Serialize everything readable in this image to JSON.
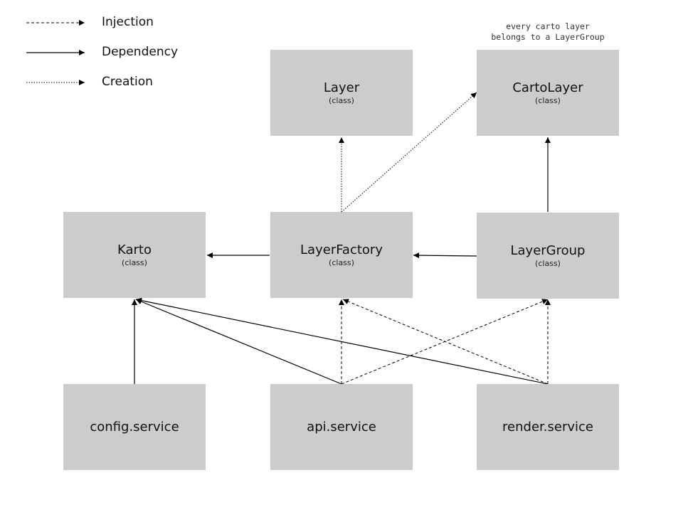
{
  "legend": {
    "injection": "Injection",
    "dependency": "Dependency",
    "creation": "Creation"
  },
  "note": "every carto layer\nbelongs to a LayerGroup",
  "nodes": {
    "layer": {
      "name": "Layer",
      "kind": "(class)"
    },
    "cartolayer": {
      "name": "CartoLayer",
      "kind": "(class)"
    },
    "karto": {
      "name": "Karto",
      "kind": "(class)"
    },
    "layerfactory": {
      "name": "LayerFactory",
      "kind": "(class)"
    },
    "layergroup": {
      "name": "LayerGroup",
      "kind": "(class)"
    },
    "config_service": {
      "name": "config.service"
    },
    "api_service": {
      "name": "api.service"
    },
    "render_service": {
      "name": "render.service"
    }
  },
  "edges": [
    {
      "type": "dependency",
      "from": "layerfactory",
      "to": "karto"
    },
    {
      "type": "dependency",
      "from": "layergroup",
      "to": "layerfactory"
    },
    {
      "type": "dependency",
      "from": "layergroup",
      "to": "cartolayer"
    },
    {
      "type": "creation",
      "from": "layerfactory",
      "to": "layer"
    },
    {
      "type": "creation",
      "from": "layerfactory",
      "to": "cartolayer"
    },
    {
      "type": "dependency",
      "from": "config_service",
      "to": "karto"
    },
    {
      "type": "dependency",
      "from": "api_service",
      "to": "karto"
    },
    {
      "type": "dependency",
      "from": "render_service",
      "to": "karto"
    },
    {
      "type": "injection",
      "from": "api_service",
      "to": "layerfactory"
    },
    {
      "type": "injection",
      "from": "api_service",
      "to": "layergroup"
    },
    {
      "type": "injection",
      "from": "render_service",
      "to": "layerfactory"
    },
    {
      "type": "injection",
      "from": "render_service",
      "to": "layergroup"
    }
  ]
}
